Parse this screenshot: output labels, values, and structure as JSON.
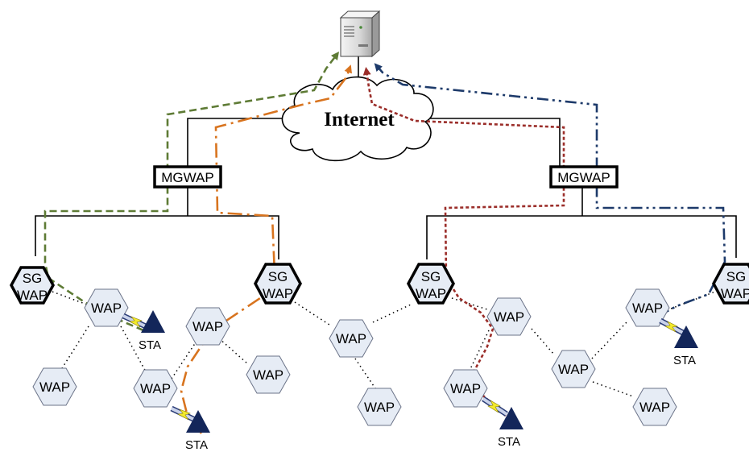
{
  "cloud": {
    "label": "Internet"
  },
  "mgwap": {
    "left": "MGWAP",
    "right": "MGWAP"
  },
  "sgwap": {
    "line1": "SG",
    "line2": "WAP"
  },
  "wap": {
    "label": "WAP"
  },
  "sta": {
    "label": "STA"
  },
  "colors": {
    "hex_fill": "#e6ecf5",
    "hex_stroke": "#6b7388",
    "sta_fill": "#13265a",
    "green_path": "#5e7b35",
    "orange_path": "#d8741f",
    "red_path": "#9b2e2a",
    "blue_path": "#1d3a6a",
    "bolt": "#f3ea2a"
  },
  "icons": [
    "server-icon",
    "cloud-icon",
    "sta-icon",
    "wireless-link-icon"
  ]
}
